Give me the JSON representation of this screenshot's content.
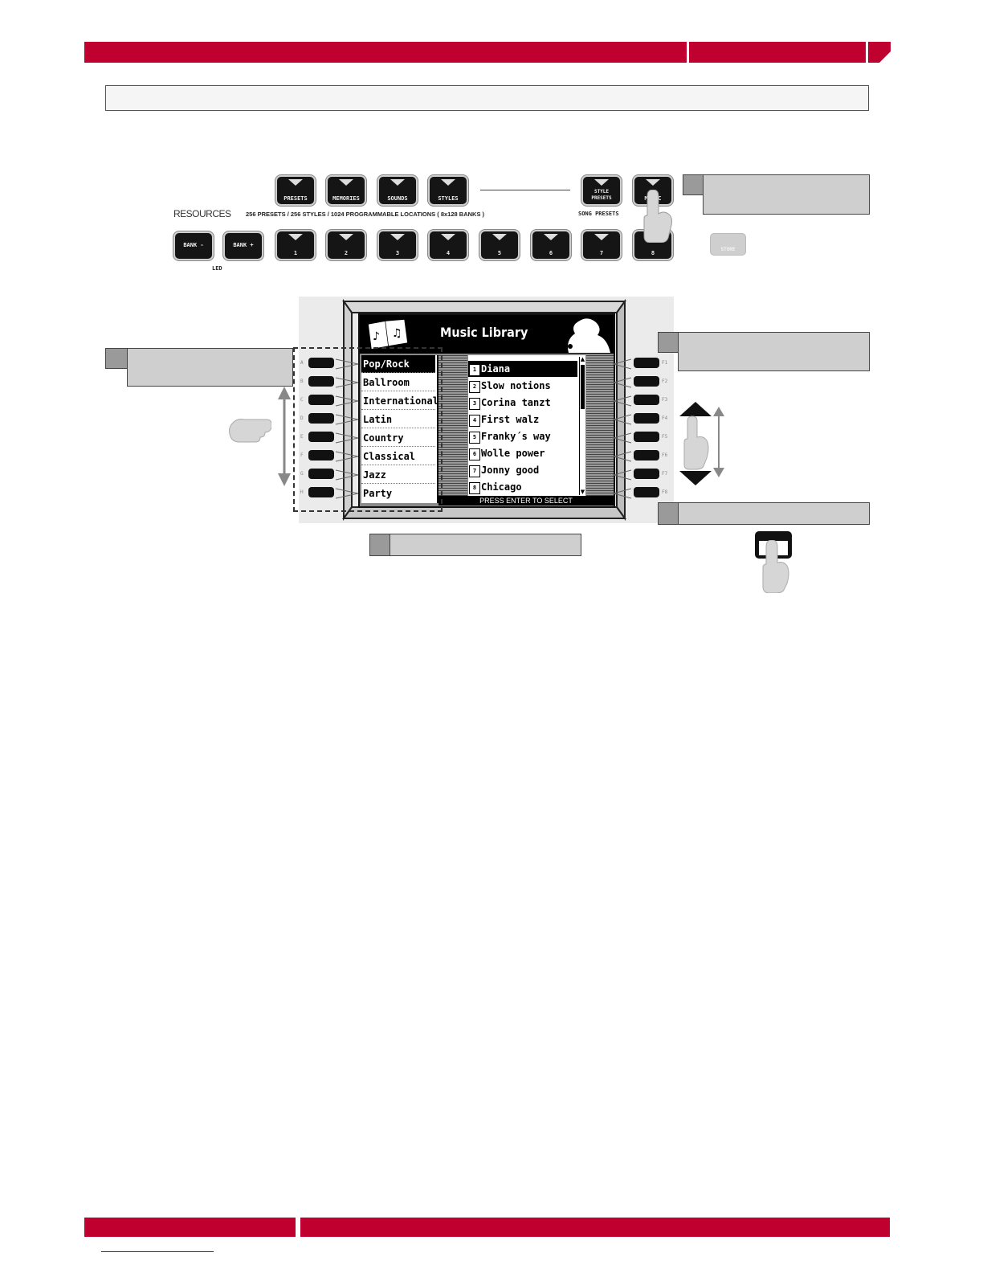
{
  "panel": {
    "resources_label": "RESOURCES",
    "resources_detail": "256 PRESETS / 256 STYLES / 1024 PROGRAMMABLE LOCATIONS ( 8x128 BANKS )",
    "top_buttons": [
      "PRESETS",
      "MEMORIES",
      "SOUNDS",
      "STYLES"
    ],
    "style_presets_label": "STYLE PRESETS",
    "song_presets_label": "SONG PRESETS",
    "music_label": "MUSIC",
    "bank_minus": "BANK -",
    "bank_plus": "BANK +",
    "bank_sublabel": "LED",
    "number_buttons": [
      "1",
      "2",
      "3",
      "4",
      "5",
      "6",
      "7",
      "8"
    ],
    "store_label": "STORE"
  },
  "display": {
    "title": "Music Library",
    "categories": [
      "Pop/Rock",
      "Ballroom",
      "International",
      "Latin",
      "Country",
      "Classical",
      "Jazz",
      "Party"
    ],
    "songs": [
      {
        "num": "1",
        "name": "Diana"
      },
      {
        "num": "2",
        "name": "Slow notions"
      },
      {
        "num": "3",
        "name": "Corina tanzt"
      },
      {
        "num": "4",
        "name": "First walz"
      },
      {
        "num": "5",
        "name": "Franky´s way"
      },
      {
        "num": "6",
        "name": "Wolle power"
      },
      {
        "num": "7",
        "name": "Jonny good"
      },
      {
        "num": "8",
        "name": "Chicago"
      }
    ],
    "footer": "PRESS ENTER TO SELECT",
    "left_keys": [
      "A",
      "B",
      "C",
      "D",
      "E",
      "F",
      "G",
      "H"
    ],
    "right_keys": [
      "F1",
      "F2",
      "F3",
      "F4",
      "F5",
      "F6",
      "F7",
      "F8"
    ]
  },
  "colors": {
    "brand_red": "#c0002e",
    "callout_gray": "#cfcfcf"
  }
}
